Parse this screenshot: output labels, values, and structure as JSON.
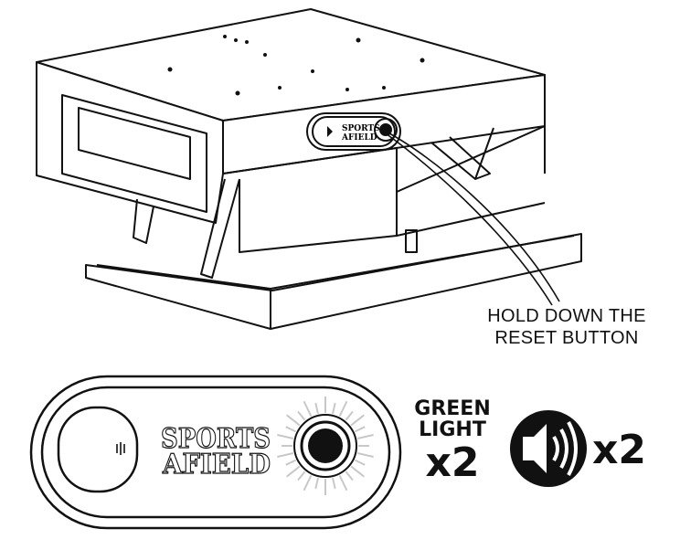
{
  "callout": {
    "line1": "HOLD DOWN THE",
    "line2": "RESET BUTTON"
  },
  "panel": {
    "brand_line1": "SPORTS",
    "brand_line2": "AFIELD"
  },
  "indicators": {
    "light_label_line1": "GREEN",
    "light_label_line2": "LIGHT",
    "light_count": "x2",
    "sound_count": "x2"
  },
  "colors": {
    "line": "#111111",
    "background": "#ffffff",
    "glow": "#c8c8c8"
  },
  "icons": [
    "speaker-icon",
    "reset-button-icon",
    "speaker-grille-icon"
  ]
}
